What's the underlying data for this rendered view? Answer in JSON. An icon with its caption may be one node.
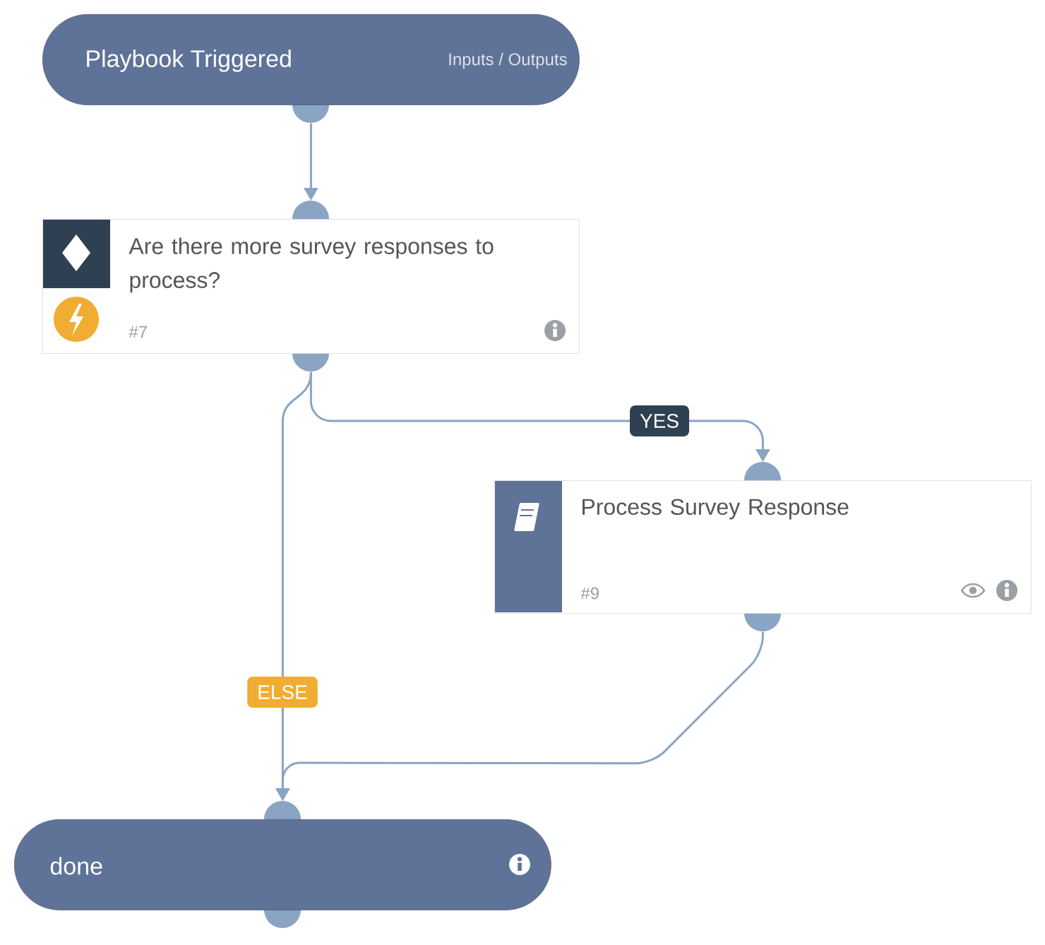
{
  "diagram": {
    "nodes": [
      {
        "text": [
          "Playbook Triggered",
          "Inputs / Outputs"
        ]
      },
      {
        "text": [
          "Are there more survey responses to process?",
          "#7"
        ]
      },
      {
        "text": [
          "Process Survey Response",
          "#9"
        ]
      },
      {
        "text": [
          "done"
        ]
      }
    ],
    "edges": [
      {
        "from": 0,
        "to": 1,
        "arrow": "to"
      },
      {
        "from": 1,
        "to": 2,
        "arrow": "to",
        "label": "YES"
      },
      {
        "from": 1,
        "to": 3,
        "arrow": "to",
        "label": "ELSE"
      },
      {
        "from": 2,
        "to": 3,
        "arrow": "to"
      }
    ]
  }
}
